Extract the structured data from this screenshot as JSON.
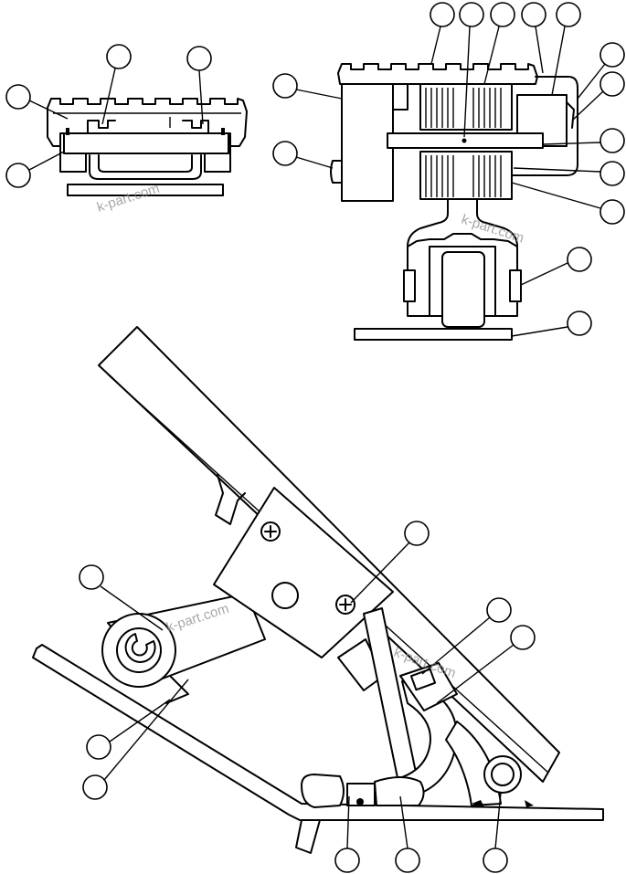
{
  "watermarks": [
    "k-part.com",
    "k-part.com",
    "k-part.com",
    "k-part.com"
  ],
  "colors": {
    "line": "#000000",
    "background": "#ffffff",
    "watermark": "#8a8a8a"
  }
}
